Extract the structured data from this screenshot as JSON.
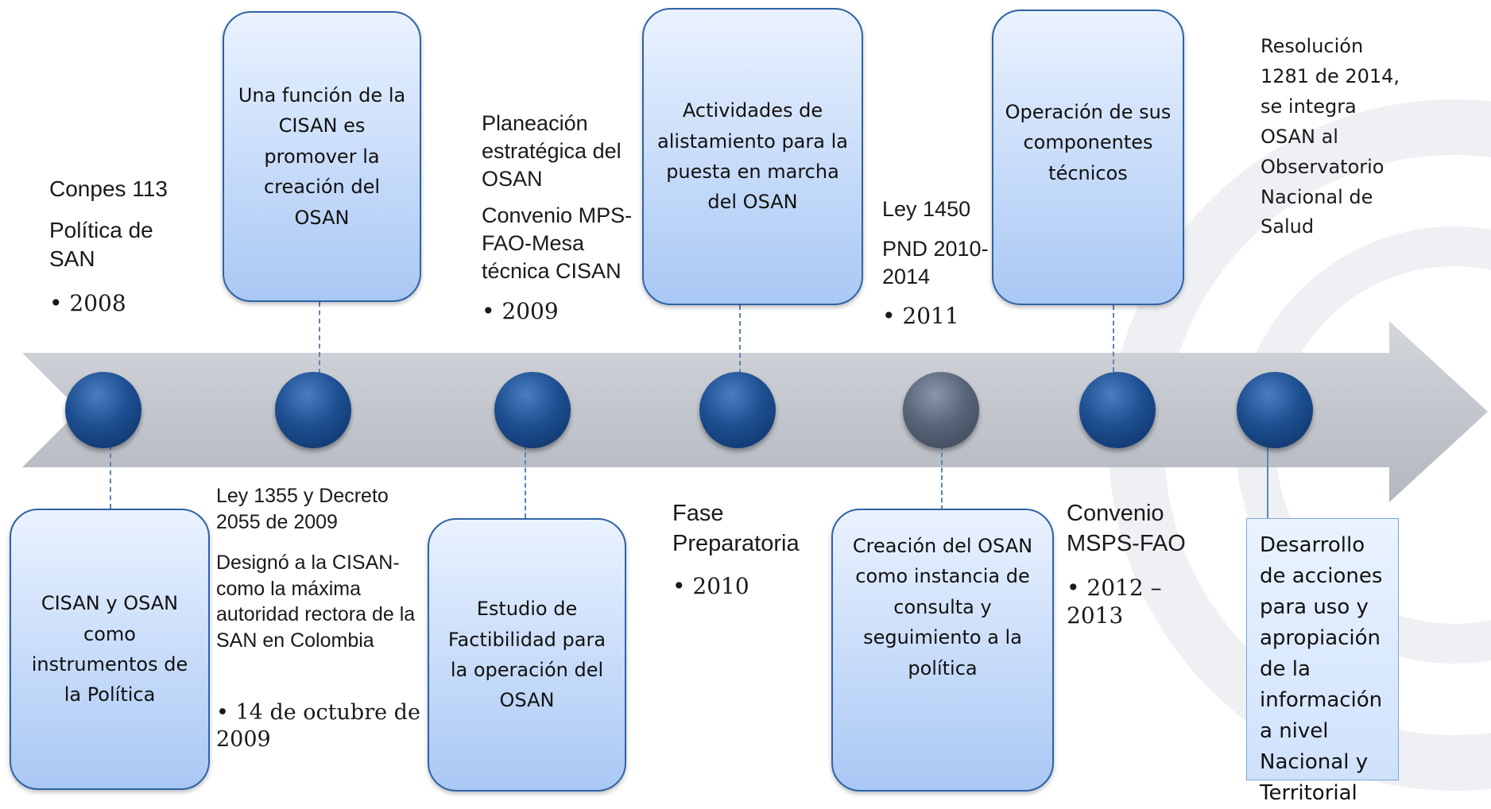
{
  "timeline": {
    "above_texts": {
      "conpes": "Conpes 113",
      "politica": "Política de SAN",
      "year_2008": "• 2008",
      "planeacion": "Planeación estratégica del OSAN",
      "convenio_mps": "Convenio MPS-FAO-Mesa técnica CISAN",
      "year_2009": "• 2009",
      "ley_1450": "Ley 1450",
      "pnd": "PND 2010-2014",
      "year_2011": "• 2011",
      "resolucion": "Resolución 1281 de 2014, se integra OSAN al Observatorio Nacional de Salud"
    },
    "above_boxes": {
      "funcion_cisan": "Una función de la CISAN es promover la creación del OSAN",
      "actividades": "Actividades de alistamiento para la puesta en marcha del OSAN",
      "operacion": "Operación de sus componentes técnicos"
    },
    "below_boxes": {
      "cisan_osan": "CISAN y OSAN como instrumentos de la Política",
      "estudio": "Estudio de Factibilidad para la operación del OSAN",
      "creacion": "Creación del OSAN como instancia de consulta y seguimiento a la política",
      "desarrollo": "Desarrollo de acciones para uso y apropiación de la información a nivel Nacional y Territorial"
    },
    "below_texts": {
      "ley_1355": "Ley 1355 y Decreto 2055 de 2009",
      "designo": "Designó a la CISAN- como la máxima autoridad rectora de la SAN en Colombia",
      "fecha_2009": "• 14 de octubre de 2009",
      "fase": "Fase Preparatoria",
      "year_2010": "• 2010",
      "convenio_msps": "Convenio MSPS-FAO",
      "year_2012": "• 2012 – 2013"
    }
  },
  "colors": {
    "node": "#1d4f91",
    "node_gray": "#586478",
    "box_border": "#2f63a6",
    "arrow": "#c4c8cf"
  }
}
